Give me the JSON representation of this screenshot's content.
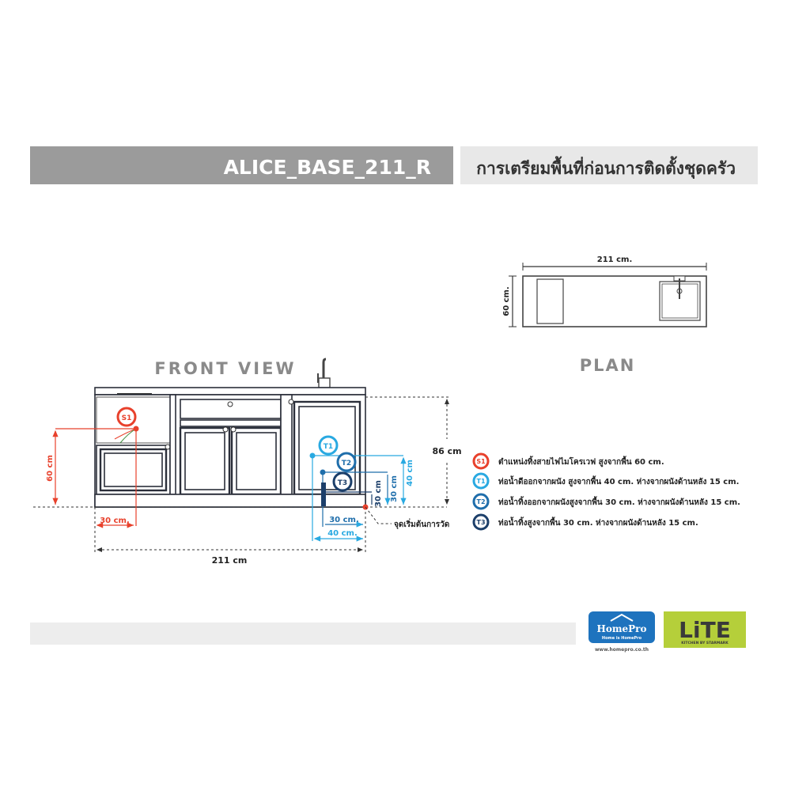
{
  "header": {
    "model_code": "ALICE_BASE_211_R",
    "title_th": "การเตรียมพื้นที่ก่อนการติดตั้งชุดครัว"
  },
  "front_view": {
    "title": "FRONT VIEW",
    "total_width": "211 cm",
    "total_height": "86 cm",
    "s1_height": "60 cm",
    "s1_offset": "30 cm.",
    "t1_height": "40 cm",
    "t2_height": "30 cm",
    "t3_height": "30 cm",
    "t2_offset": "30 cm.",
    "t1_offset": "40 cm.",
    "reference_point": "จุดเริ่มต้นการวัด"
  },
  "plan": {
    "title": "PLAN",
    "width": "211 cm.",
    "depth": "60 cm."
  },
  "markers": [
    {
      "id": "S1",
      "color": "#e8412c",
      "text": "ตำแหน่งทิ้งสายไฟไมโครเวฟ สูงจากพื้น 60 cm."
    },
    {
      "id": "T1",
      "color": "#29a9e1",
      "text": "ท่อน้ำดีออกจากผนัง สูงจากพื้น 40 cm. ห่างจากผนังด้านหลัง 15 cm."
    },
    {
      "id": "T2",
      "color": "#1f6eab",
      "text": "ท่อน้ำทิ้งออกจากผนังสูงจากพื้น 30 cm. ห่างจากผนังด้านหลัง 15 cm."
    },
    {
      "id": "T3",
      "color": "#1c3f6a",
      "text": "ท่อน้ำทิ้งสูงจากพื้น 30 cm. ห่างจากผนังด้านหลัง 15 cm."
    }
  ],
  "logos": {
    "homepro": "HomePro",
    "homepro_tagline": "Home is HomePro",
    "homepro_url": "www.homepro.co.th",
    "lite": "LiTE",
    "lite_tagline": "KITCHEN BY STARMARK"
  },
  "colors": {
    "header_bar": "#9b9b9b",
    "title_bar": "#e8e8e8",
    "footer_bar": "#ededed",
    "lite_green": "#b5cf3a",
    "homepro_blue": "#1e73be"
  }
}
